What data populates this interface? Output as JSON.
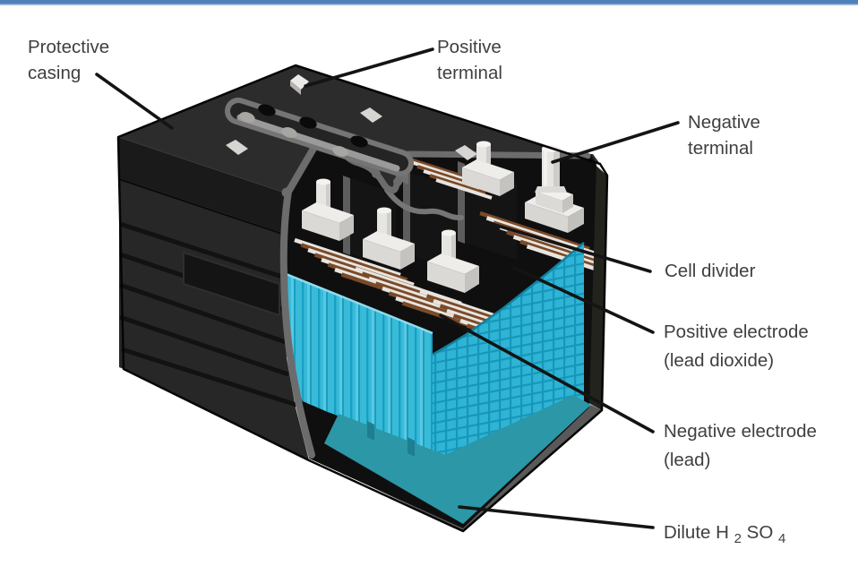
{
  "page": {
    "top_border_color": "#4f81bd",
    "background": "#ffffff"
  },
  "diagram": {
    "labels": [
      {
        "id": "protective-casing",
        "lines": [
          "Protective",
          "casing"
        ]
      },
      {
        "id": "positive-terminal",
        "lines": [
          "Positive",
          "terminal"
        ]
      },
      {
        "id": "negative-terminal",
        "lines": [
          "Negative",
          "terminal"
        ]
      },
      {
        "id": "cell-divider",
        "lines": [
          "Cell divider"
        ]
      },
      {
        "id": "positive-electrode",
        "lines": [
          "Positive electrode",
          "(lead dioxide)"
        ]
      },
      {
        "id": "negative-electrode",
        "lines": [
          "Negative electrode",
          "(lead)"
        ]
      },
      {
        "id": "dilute-h2so4",
        "formula": {
          "pre": "Dilute H",
          "sub_1": "2",
          "mid": "SO",
          "sub_2": "4"
        }
      }
    ],
    "colors": {
      "casing": "#272727",
      "lid": "#2c2c2c",
      "cut_edge": "#6c6c6c",
      "electrolyte": "#38bbd9",
      "electrolyte_stripe": "#189fc1",
      "acid_pool": "#2b97a7",
      "positive_plate_brown": "#7b4a28",
      "negative_plate_white": "#e8e5e0",
      "terminal_gray": "#e7e5e1",
      "label_text": "#3f3f3f",
      "leader_line": "#141414"
    }
  }
}
